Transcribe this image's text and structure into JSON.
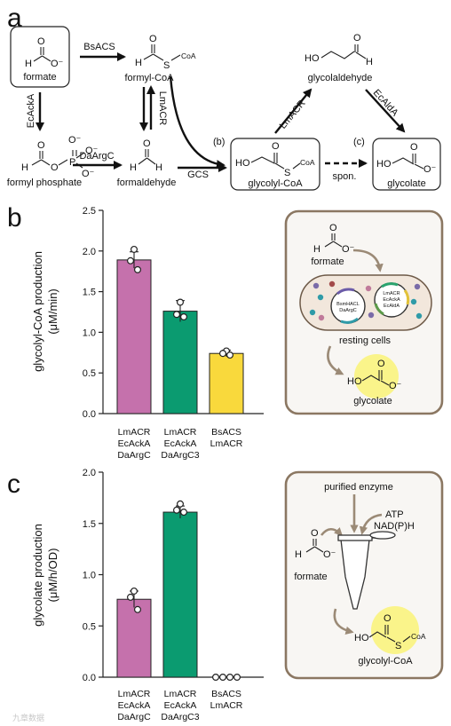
{
  "panel_a": {
    "letter": "a",
    "compounds": {
      "formate": "formate",
      "formyl_coa": "formyl-CoA",
      "formyl_phosphate": "formyl phosphate",
      "formaldehyde": "formaldehyde",
      "glycolaldehyde": "glycolaldehyde",
      "glycolyl_coa": "glycolyl-CoA",
      "glycolate": "glycolate"
    },
    "enzymes": {
      "bsacs": "BsACS",
      "ecacka": "EcAckA",
      "lmacr_vertical": "LmACR",
      "daargc": "DaArgC",
      "gcs": "GCS",
      "lmacr_diag": "LmACR",
      "ecalda": "EcAldA",
      "spon": "spon."
    },
    "markers": {
      "b": "(b)",
      "c": "(c)"
    },
    "atoms": {
      "o": "O",
      "h": "H",
      "o_minus": "O⁻",
      "s": "S",
      "coa": "CoA",
      "p": "P",
      "ho": "HO"
    }
  },
  "chart_data": [
    {
      "panel": "b",
      "type": "bar",
      "ylabel_line1": "glycolyl-CoA production",
      "ylabel_line2": "(μM/min)",
      "ylim": [
        0,
        2.5
      ],
      "ytick_labels": [
        "0.0",
        "0.5",
        "1.0",
        "1.5",
        "2.0",
        "2.5"
      ],
      "yticks": [
        0,
        0.5,
        1.0,
        1.5,
        2.0,
        2.5
      ],
      "categories": [
        [
          "LmACR",
          "EcAckA",
          "DaArgC"
        ],
        [
          "LmACR",
          "EcAckA",
          "DaArgC3"
        ],
        [
          "BsACS",
          "LmACR"
        ]
      ],
      "values": [
        1.89,
        1.26,
        0.74
      ],
      "errors": [
        0.1,
        0.13,
        0.04
      ],
      "points": [
        [
          2.02,
          1.88,
          1.77
        ],
        [
          1.37,
          1.22,
          1.19
        ],
        [
          0.77,
          0.74,
          0.72
        ]
      ],
      "colors": [
        "#c571ac",
        "#0b9b70",
        "#f9d93c"
      ]
    },
    {
      "panel": "c",
      "type": "bar",
      "ylabel_line1": "glycolate production",
      "ylabel_line2": "(μM/h/OD)",
      "ylim": [
        0,
        2.0
      ],
      "ytick_labels": [
        "0.0",
        "0.5",
        "1.0",
        "1.5",
        "2.0"
      ],
      "yticks": [
        0,
        0.5,
        1.0,
        1.5,
        2.0
      ],
      "categories": [
        [
          "LmACR",
          "EcAckA",
          "DaArgC"
        ],
        [
          "LmACR",
          "EcAckA",
          "DaArgC3"
        ],
        [
          "BsACS",
          "LmACR"
        ]
      ],
      "values": [
        0.76,
        1.61,
        0.0
      ],
      "errors": [
        0.08,
        0.06,
        0.0
      ],
      "points": [
        [
          0.84,
          0.78,
          0.66
        ],
        [
          1.69,
          1.63,
          1.61
        ],
        [
          0.0,
          0.0,
          0.0,
          0.0
        ]
      ],
      "colors": [
        "#c571ac",
        "#0b9b70",
        "#f9d93c"
      ]
    }
  ],
  "panel_b": {
    "letter": "b",
    "inset": {
      "formate": "formate",
      "resting_cells": "resting cells",
      "glycolate": "glycolate",
      "plasmid1": [
        "BsmHACL",
        "DaArgC"
      ],
      "plasmid2": [
        "LmACR",
        "EcAckA",
        "EcAldA"
      ]
    }
  },
  "panel_c": {
    "letter": "c",
    "inset": {
      "purified_enzyme": "purified enzyme",
      "atp": "ATP",
      "nadph": "NAD(P)H",
      "formate": "formate",
      "glycolyl_coa": "glycolyl-CoA"
    }
  },
  "watermark": "九章数据",
  "colors": {
    "inset_bg": "#f8f6f3",
    "inset_border": "#8b7762",
    "highlight": "#faf48a"
  }
}
